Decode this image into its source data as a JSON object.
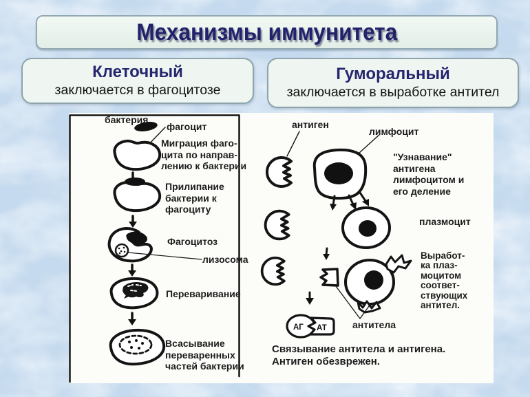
{
  "slide": {
    "title": "Механизмы иммунитета",
    "cards": [
      {
        "heading": "Клеточный",
        "subtitle": "заключается в фагоцитозе"
      },
      {
        "heading": "Гуморальный",
        "subtitle": "заключается в выработке антител"
      }
    ]
  },
  "diagram": {
    "left": {
      "bacteria": "бактерия",
      "phagocyte": "фагоцит",
      "migration": "Миграция фаго-\nцита по направ-\nлению к бактерии",
      "adhesion": "Прилипание\nбактерии к\nфагоциту",
      "phagocytosis": "Фагоцитоз",
      "lysosome": "лизосома",
      "digestion": "Переваривание",
      "absorption": "Всасывание\nпереваренных\nчастей бактерии"
    },
    "right": {
      "antigen": "антиген",
      "lymphocyte": "лимфоцит",
      "recognition": "\"Узнавание\"\nантигена\nлимфоцитом и\nего деление",
      "plasmocyte": "плазмоцит",
      "production": "Выработ-\nка плаз-\nмоцитом\nсоответ-\nствующих\nантител.",
      "antibodies": "антитела",
      "ag": "АГ",
      "at": "АТ",
      "caption": "Связывание антитела и антигена.\nАнтиген обезврежен."
    }
  },
  "colors": {
    "background": "#c5daee",
    "box_fill": "#eff6f1",
    "box_border": "#8da4ad",
    "title_text": "#22226b",
    "diagram_ink": "#141414"
  }
}
